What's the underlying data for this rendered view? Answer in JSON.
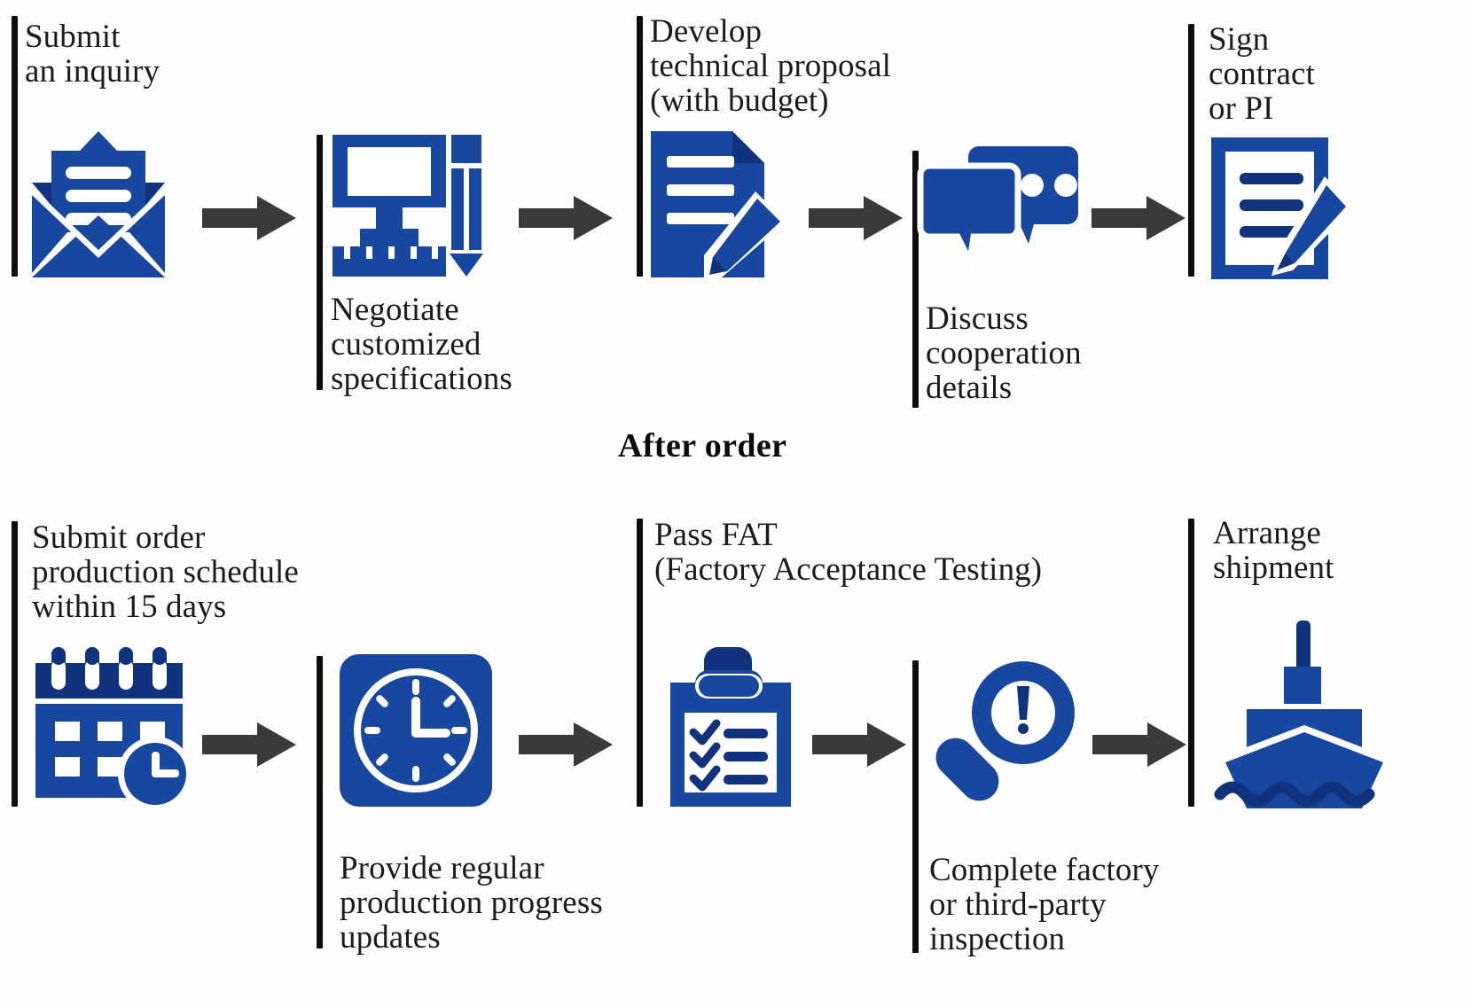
{
  "diagram": {
    "title_mid": "After order",
    "accent_blue": "#17479e",
    "accent_blue_dark": "#11327d",
    "arrow_gray": "#3a3a3a",
    "bar_black": "#0d0d0d",
    "background": "#fdfdfd"
  },
  "rows": [
    {
      "name": "before-order",
      "steps": [
        {
          "id": "submit-inquiry",
          "caption": "Submit\nan inquiry",
          "caption_position": "above",
          "icon": "envelope-mail-icon"
        },
        {
          "id": "negotiate-specifications",
          "caption": "Negotiate\ncustomized\nspecifications",
          "caption_position": "below",
          "icon": "monitor-ruler-pencil-icon"
        },
        {
          "id": "develop-technical-proposal",
          "caption": "Develop\ntechnical proposal\n(with budget)",
          "caption_position": "above",
          "icon": "document-pencil-icon"
        },
        {
          "id": "discuss-cooperation",
          "caption": "Discuss\ncooperation\ndetails",
          "caption_position": "below",
          "icon": "chat-bubbles-icon"
        },
        {
          "id": "sign-contract",
          "caption": "Sign\ncontract\nor PI",
          "caption_position": "above",
          "icon": "contract-signature-icon"
        }
      ],
      "arrows": [
        "arrow-right-icon",
        "arrow-right-icon",
        "arrow-right-icon",
        "arrow-right-icon"
      ]
    },
    {
      "name": "after-order",
      "steps": [
        {
          "id": "submit-production-schedule",
          "caption": "Submit order\nproduction schedule\nwithin 15 days",
          "caption_position": "above",
          "icon": "calendar-clock-icon"
        },
        {
          "id": "production-progress-updates",
          "caption": "Provide regular\nproduction progress\nupdates",
          "caption_position": "below",
          "icon": "clock-tile-icon"
        },
        {
          "id": "pass-fat",
          "caption": "Pass FAT\n(Factory Acceptance Testing)",
          "caption_position": "above",
          "icon": "clipboard-checklist-icon"
        },
        {
          "id": "complete-inspection",
          "caption": "Complete factory\nor third-party\ninspection",
          "caption_position": "below",
          "icon": "magnifier-alert-icon"
        },
        {
          "id": "arrange-shipment",
          "caption": "Arrange\nshipment",
          "caption_position": "above",
          "icon": "cargo-ship-icon"
        }
      ],
      "arrows": [
        "arrow-right-icon",
        "arrow-right-icon",
        "arrow-right-icon",
        "arrow-right-icon"
      ]
    }
  ]
}
